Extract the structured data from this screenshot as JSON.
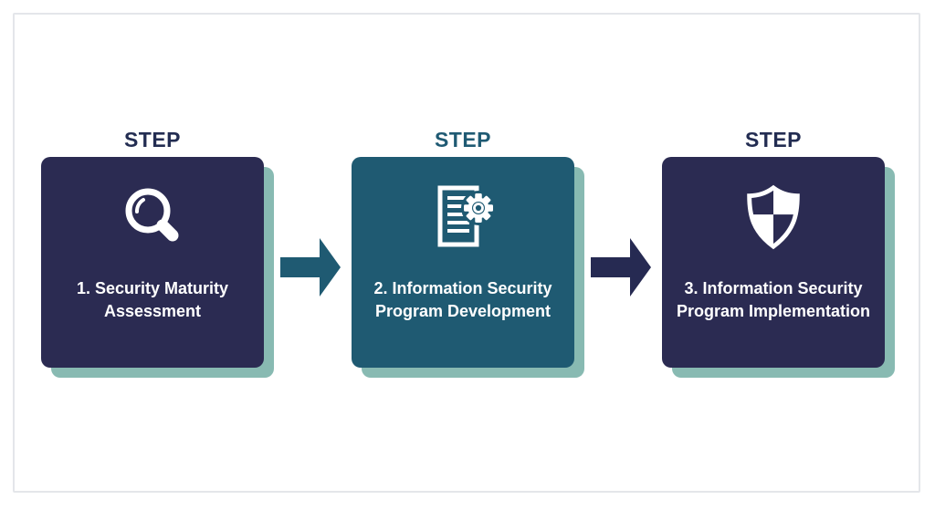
{
  "diagram": {
    "background_color": "#ffffff",
    "frame_border_color": "#e4e6ea",
    "shadow_color": "#88bab2",
    "icon_color": "#ffffff",
    "title_text_color": "#ffffff",
    "steps": [
      {
        "label": "STEP",
        "label_color": "#232d52",
        "box_color": "#2b2b52",
        "icon": "search-icon",
        "title": "1. Security Maturity Assessment",
        "title_lines": [
          "1. Security Maturity",
          "Assessment"
        ]
      },
      {
        "label": "STEP",
        "label_color": "#1f5a73",
        "box_color": "#1f5a72",
        "icon": "document-gear-icon",
        "title": "2. Information Security Program Development",
        "title_lines": [
          "2. Information Security",
          "Program Development"
        ]
      },
      {
        "label": "STEP",
        "label_color": "#232d52",
        "box_color": "#2b2b52",
        "icon": "shield-icon",
        "title": "3. Information Security Program Implementation",
        "title_lines": [
          "3. Information Security",
          "Program Implementation"
        ]
      }
    ],
    "arrows": [
      {
        "direction": "right",
        "color": "#1f5a72"
      },
      {
        "direction": "right",
        "color": "#262a52"
      }
    ]
  }
}
